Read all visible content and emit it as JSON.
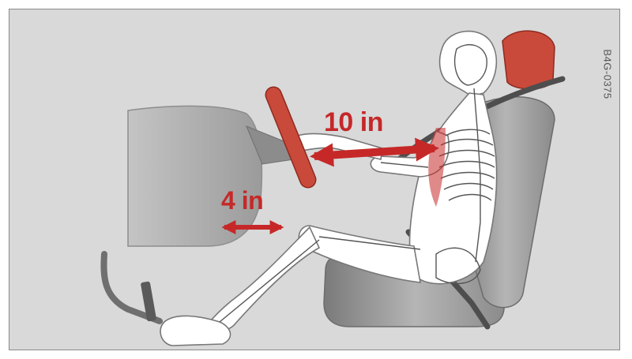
{
  "figure": {
    "distance_chest_label": "10 in",
    "distance_knee_label": "4 in",
    "image_code": "B4G-0375"
  },
  "colors": {
    "background": "#d9d9d9",
    "accent_red": "#c62828",
    "body_fill": "#ffffff",
    "seat_gray": "#9a9a9a",
    "dash_gray": "#a9a9a9"
  }
}
